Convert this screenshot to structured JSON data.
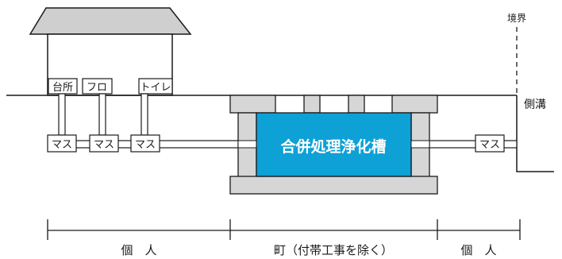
{
  "house": {
    "rooms": [
      "台所",
      "フロ",
      "トイレ"
    ]
  },
  "labels": {
    "boundary": "境界",
    "side_ditch": "側溝",
    "tank": "合併処理浄化槽",
    "masu": "マス"
  },
  "sections": {
    "left": "個　人",
    "middle": "町（付帯工事を除く）",
    "right": "個　人"
  },
  "colors": {
    "tank_fill": "#0da1d6",
    "concrete": "#d6d6d6",
    "line": "#1a1a1a",
    "roof": "#cfcfcf"
  }
}
